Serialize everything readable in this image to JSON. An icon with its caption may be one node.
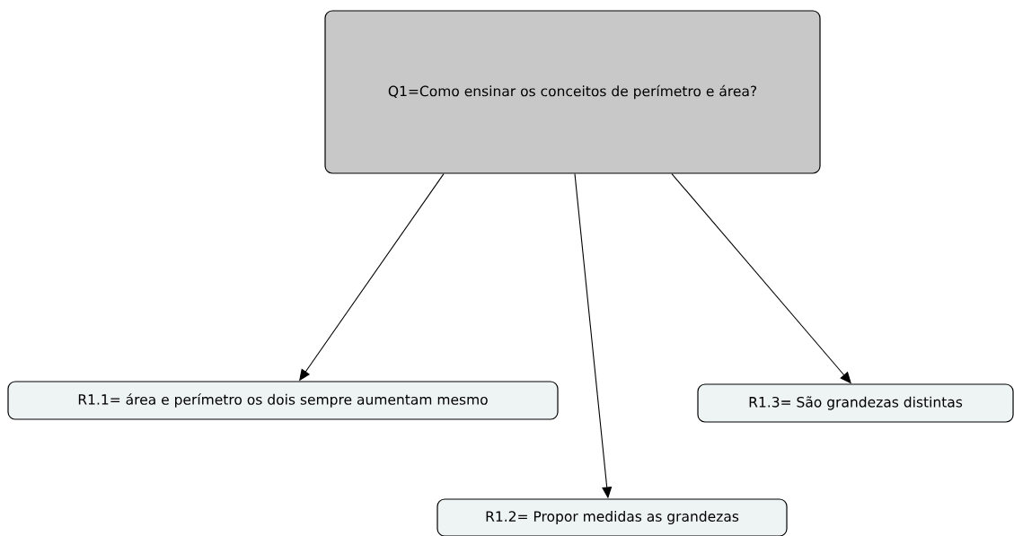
{
  "diagram": {
    "nodes": [
      {
        "text": [
          "Q1=Como ensinar os conceitos de perímetro e área?"
        ]
      },
      {
        "text": [
          "R1.1= área e perímetro os dois sempre aumentam mesmo"
        ]
      },
      {
        "text": [
          "R1.2= Propor medidas as grandezas"
        ]
      },
      {
        "text": [
          "R1.3= São grandezas distintas"
        ]
      }
    ],
    "edges": [
      {
        "from": 0,
        "to": 1,
        "arrow": "to"
      },
      {
        "from": 0,
        "to": 2,
        "arrow": "to"
      },
      {
        "from": 0,
        "to": 3,
        "arrow": "to"
      }
    ]
  }
}
